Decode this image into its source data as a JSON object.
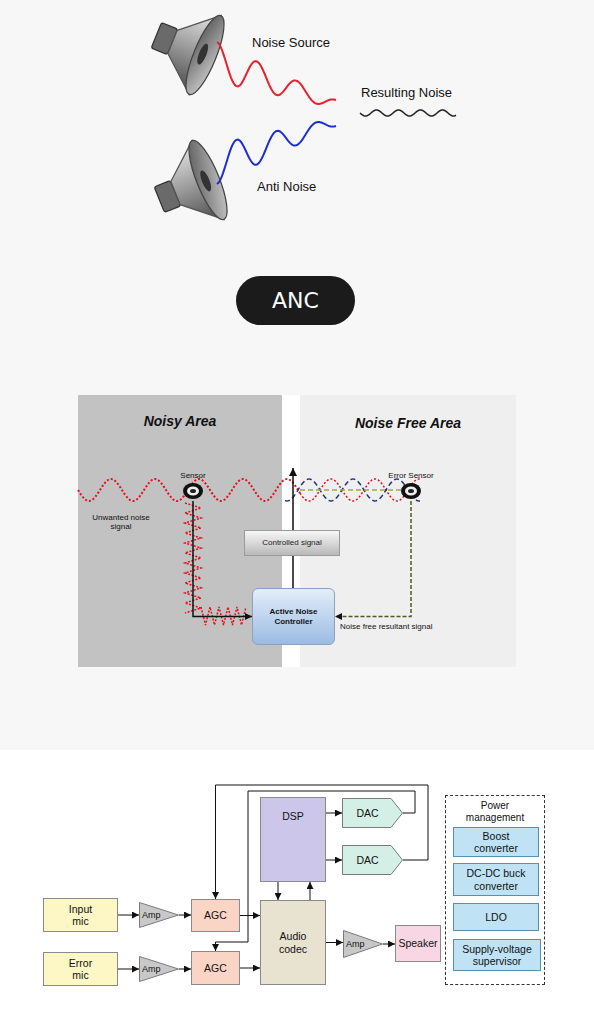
{
  "diagram": {
    "nodes": [
      {
        "text": [
          "ANC"
        ]
      },
      {
        "text": [
          "Noisy Area"
        ]
      },
      {
        "text": [
          "Noise Free Area"
        ]
      },
      {
        "text": [
          "Sensor"
        ],
        "in": 1
      },
      {
        "text": [
          "Error Sensor"
        ],
        "in": 2
      },
      {
        "text": [
          "Controlled signal"
        ]
      },
      {
        "text": [
          "Active Noise Controller"
        ]
      },
      {
        "text": [
          "Input mic"
        ]
      },
      {
        "text": [
          "Amp"
        ]
      },
      {
        "text": [
          "AGC"
        ]
      },
      {
        "text": [
          "Error mic"
        ]
      },
      {
        "text": [
          "Amp"
        ]
      },
      {
        "text": [
          "AGC"
        ]
      },
      {
        "text": [
          "DSP"
        ]
      },
      {
        "text": [
          "DAC"
        ]
      },
      {
        "text": [
          "DAC"
        ]
      },
      {
        "text": [
          "Audio codec"
        ]
      },
      {
        "text": [
          "Amp"
        ]
      },
      {
        "text": [
          "Speaker"
        ]
      },
      {
        "text": [
          "Power management"
        ]
      },
      {
        "text": [
          "Boost converter"
        ],
        "in": 19
      },
      {
        "text": [
          "DC-DC buck converter"
        ],
        "in": 19
      },
      {
        "text": [
          "LDO"
        ],
        "in": 19
      },
      {
        "text": [
          "Supply-voltage supervisor"
        ],
        "in": 19
      }
    ],
    "edges": [
      {
        "from": 3,
        "to": 6,
        "arrow": "to"
      },
      {
        "from": 4,
        "to": 6,
        "label": "Noise free resultant signal",
        "arrow": "to"
      },
      {
        "from": 7,
        "to": 8,
        "arrow": "to"
      },
      {
        "from": 8,
        "to": 9,
        "arrow": "to"
      },
      {
        "from": 10,
        "to": 11,
        "arrow": "to"
      },
      {
        "from": 11,
        "to": 12,
        "arrow": "to"
      },
      {
        "from": 9,
        "to": 16,
        "arrow": "to"
      },
      {
        "from": 12,
        "to": 16,
        "arrow": "to"
      },
      {
        "from": 16,
        "to": 13,
        "arrow": "to"
      },
      {
        "from": 13,
        "to": 16,
        "arrow": "to"
      },
      {
        "from": 13,
        "to": 14,
        "arrow": "to"
      },
      {
        "from": 13,
        "to": 15,
        "arrow": "to"
      },
      {
        "from": 16,
        "to": 17,
        "arrow": "to"
      },
      {
        "from": 17,
        "to": 18,
        "arrow": "to"
      },
      {
        "from": 15,
        "to": 9,
        "arrow": "to"
      },
      {
        "from": 14,
        "to": 12,
        "arrow": "to"
      }
    ],
    "labels": [
      "Noise Source",
      "Resulting Noise",
      "Anti Noise",
      "Unwanted noise signal"
    ]
  }
}
